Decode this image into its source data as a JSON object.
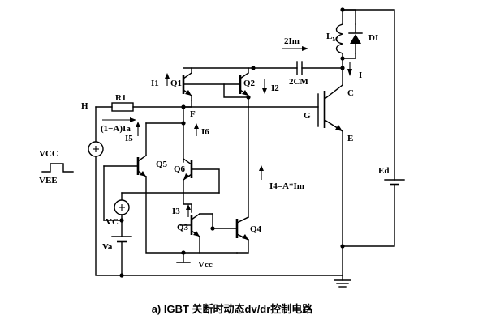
{
  "caption": "a) IGBT 关断时动态dv/dr控制电路",
  "labels": {
    "q1": "Q1",
    "q2": "Q2",
    "q3": "Q3",
    "q4": "Q4",
    "q5": "Q5",
    "q6": "Q6",
    "r1": "R1",
    "h": "H",
    "f": "F",
    "g": "G",
    "c": "C",
    "e": "E",
    "i": "I",
    "i1": "I1",
    "i2": "I2",
    "i3": "I3",
    "i4": "I4=A*Im",
    "i5": "I5",
    "i6": "I6",
    "one_minus_a_ia": "(1−A)Ia",
    "two_im": "2Im",
    "two_cm": "2CM",
    "lm": "L",
    "lm_sub": "M",
    "di": "DI",
    "ed": "Ed",
    "vcc_top": "VCC",
    "vee": "VEE",
    "vc": "VC",
    "va": "Va",
    "vcc_bottom": "Vcc"
  }
}
